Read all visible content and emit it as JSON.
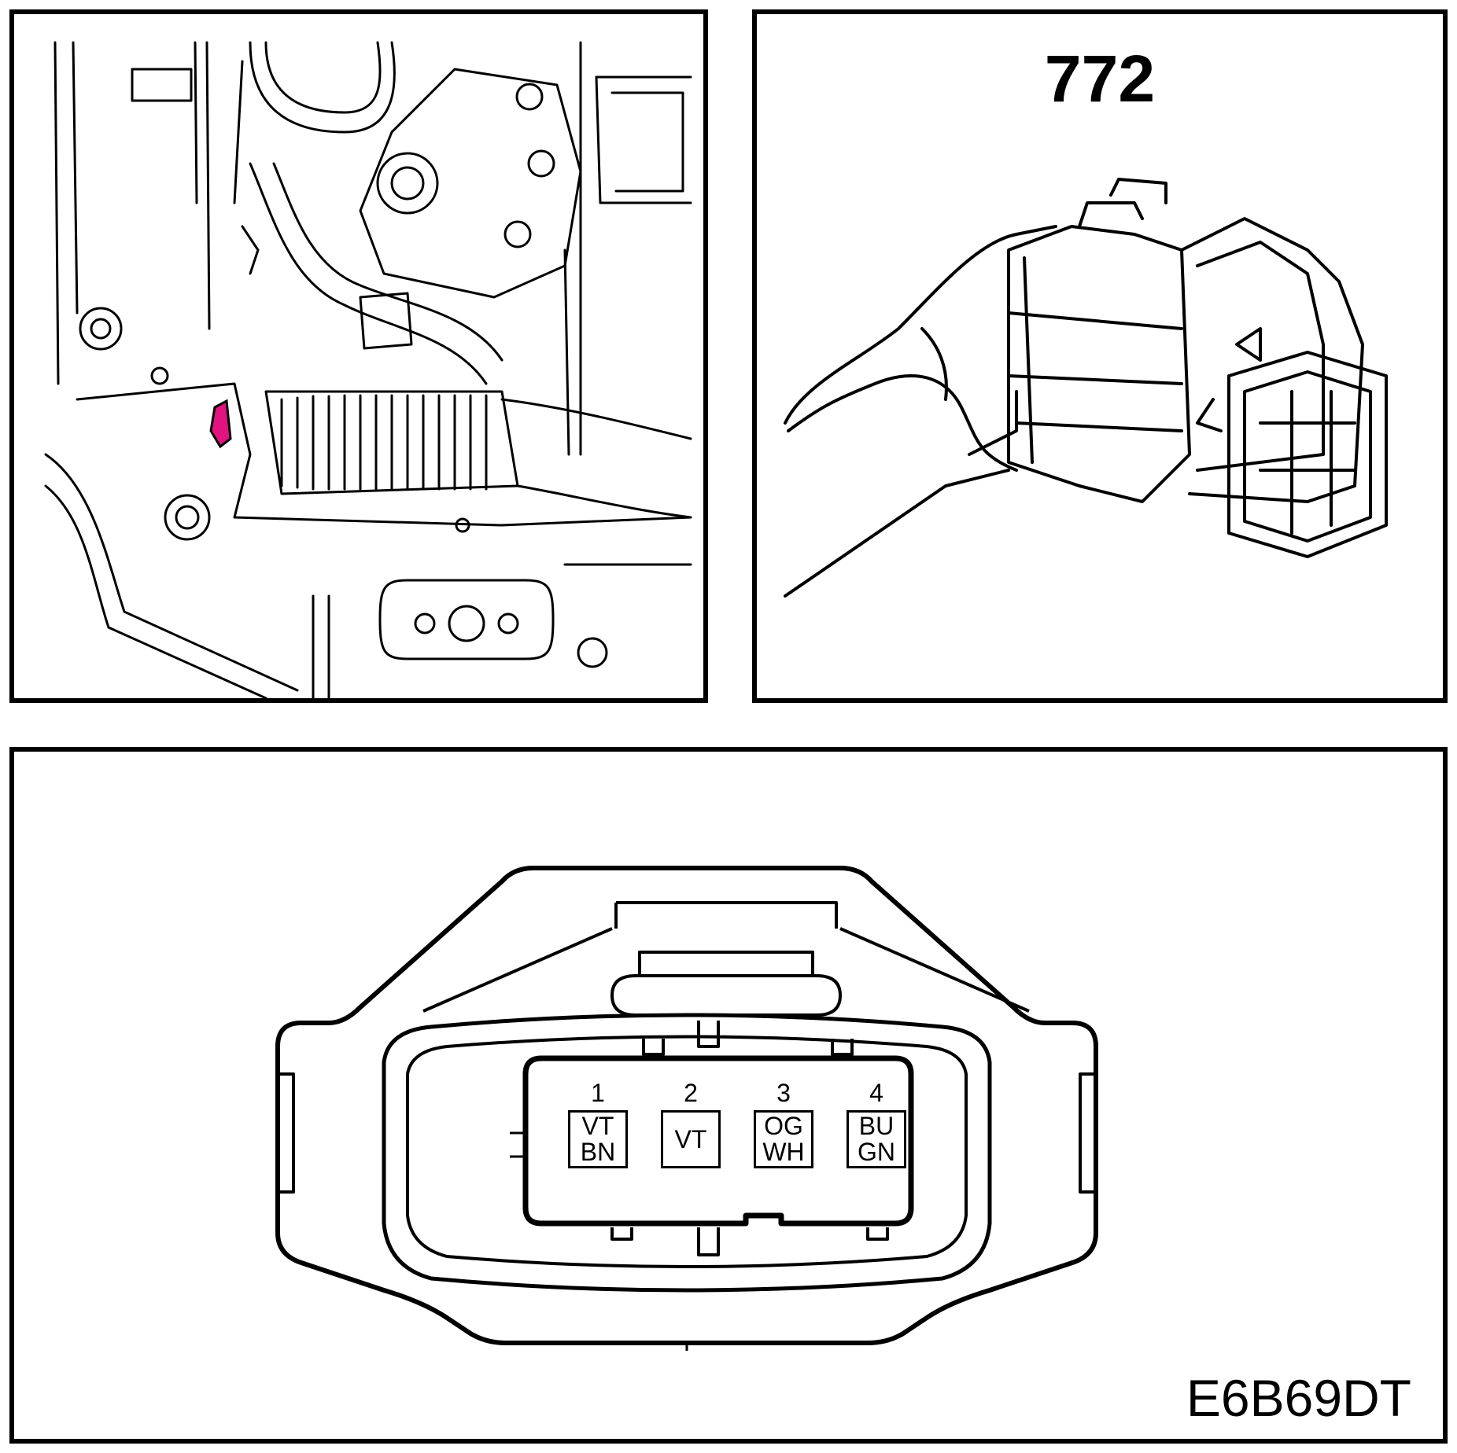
{
  "connector_id": "772",
  "reference_code": "E6B69DT",
  "highlight_color": "#e0137f",
  "pins": [
    {
      "number": "1",
      "wire_colors": [
        "VT",
        "BN"
      ]
    },
    {
      "number": "2",
      "wire_colors": [
        "VT"
      ]
    },
    {
      "number": "3",
      "wire_colors": [
        "OG",
        "WH"
      ]
    },
    {
      "number": "4",
      "wire_colors": [
        "BU",
        "GN"
      ]
    }
  ]
}
